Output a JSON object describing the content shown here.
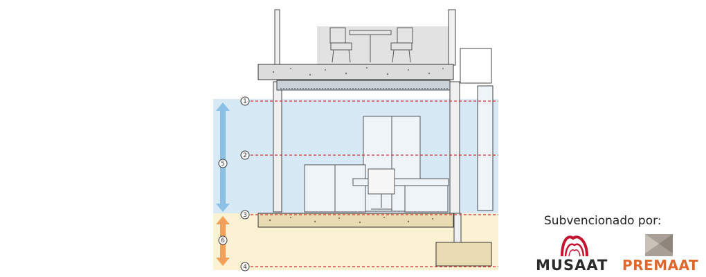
{
  "levels": [
    {
      "id": "1",
      "label": "1"
    },
    {
      "id": "2",
      "label": "2"
    },
    {
      "id": "3",
      "label": "3"
    },
    {
      "id": "4",
      "label": "4"
    }
  ],
  "spans": [
    {
      "id": "5",
      "label": "5",
      "color": "#8cc0e6"
    },
    {
      "id": "6",
      "label": "6",
      "color": "#f2a15a"
    }
  ],
  "colors": {
    "upper_zone": "#d6e9f5",
    "lower_zone": "#fbf1d3",
    "level_line": "#d43030",
    "slab": "#dcdcdc",
    "musaat_logo": "#c4122f",
    "premaat_logo": "#a8a096"
  },
  "sponsor": {
    "label": "Subvencionado por:",
    "musaat": "MUSAAT",
    "premaat": "PREMAAT"
  }
}
